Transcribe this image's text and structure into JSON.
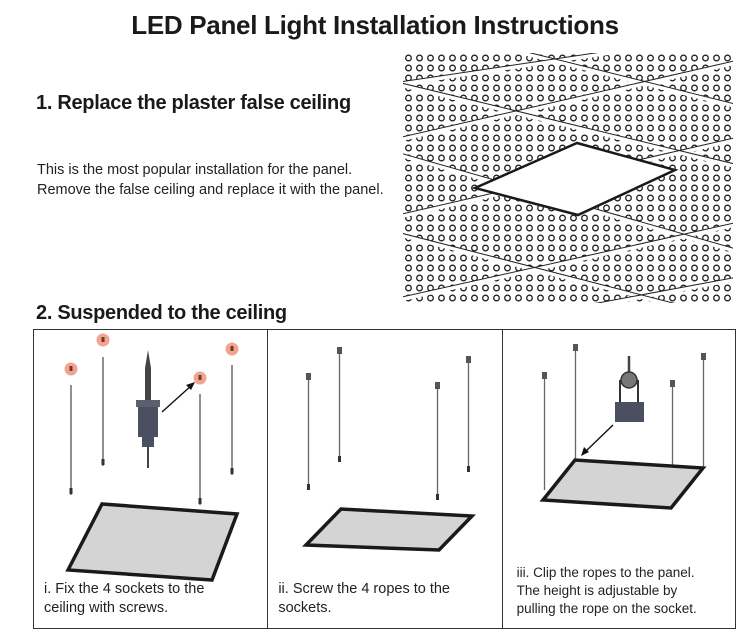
{
  "title": "LED Panel Light Installation Instructions",
  "section1": {
    "heading": "1. Replace the plaster false ceiling",
    "body": "This is the most popular installation for the panel. Remove the false ceiling and replace it with the panel.",
    "illustration_icon": "ceiling-grid-with-panel"
  },
  "section2": {
    "heading": "2. Suspended to the ceiling",
    "steps": [
      {
        "caption_line1": "i. Fix the 4 sockets to the",
        "caption_line2": "ceiling with screws.",
        "illustration_icon": "sockets-screw-panel"
      },
      {
        "caption_line1": "ii. Screw the 4 ropes to the",
        "caption_line2": "sockets.",
        "illustration_icon": "ropes-panel"
      },
      {
        "caption_line1": "iii. Clip the ropes to the panel.",
        "caption_line2": "The height is adjustable by",
        "caption_line3": "pulling the rope on the socket.",
        "illustration_icon": "clip-hanging-panel"
      }
    ]
  },
  "colors": {
    "socket_highlight": "#f2a48f",
    "panel_fill": "#d4d4d4",
    "panel_frame": "#1a1a1a",
    "hardware": "#4a5060"
  }
}
